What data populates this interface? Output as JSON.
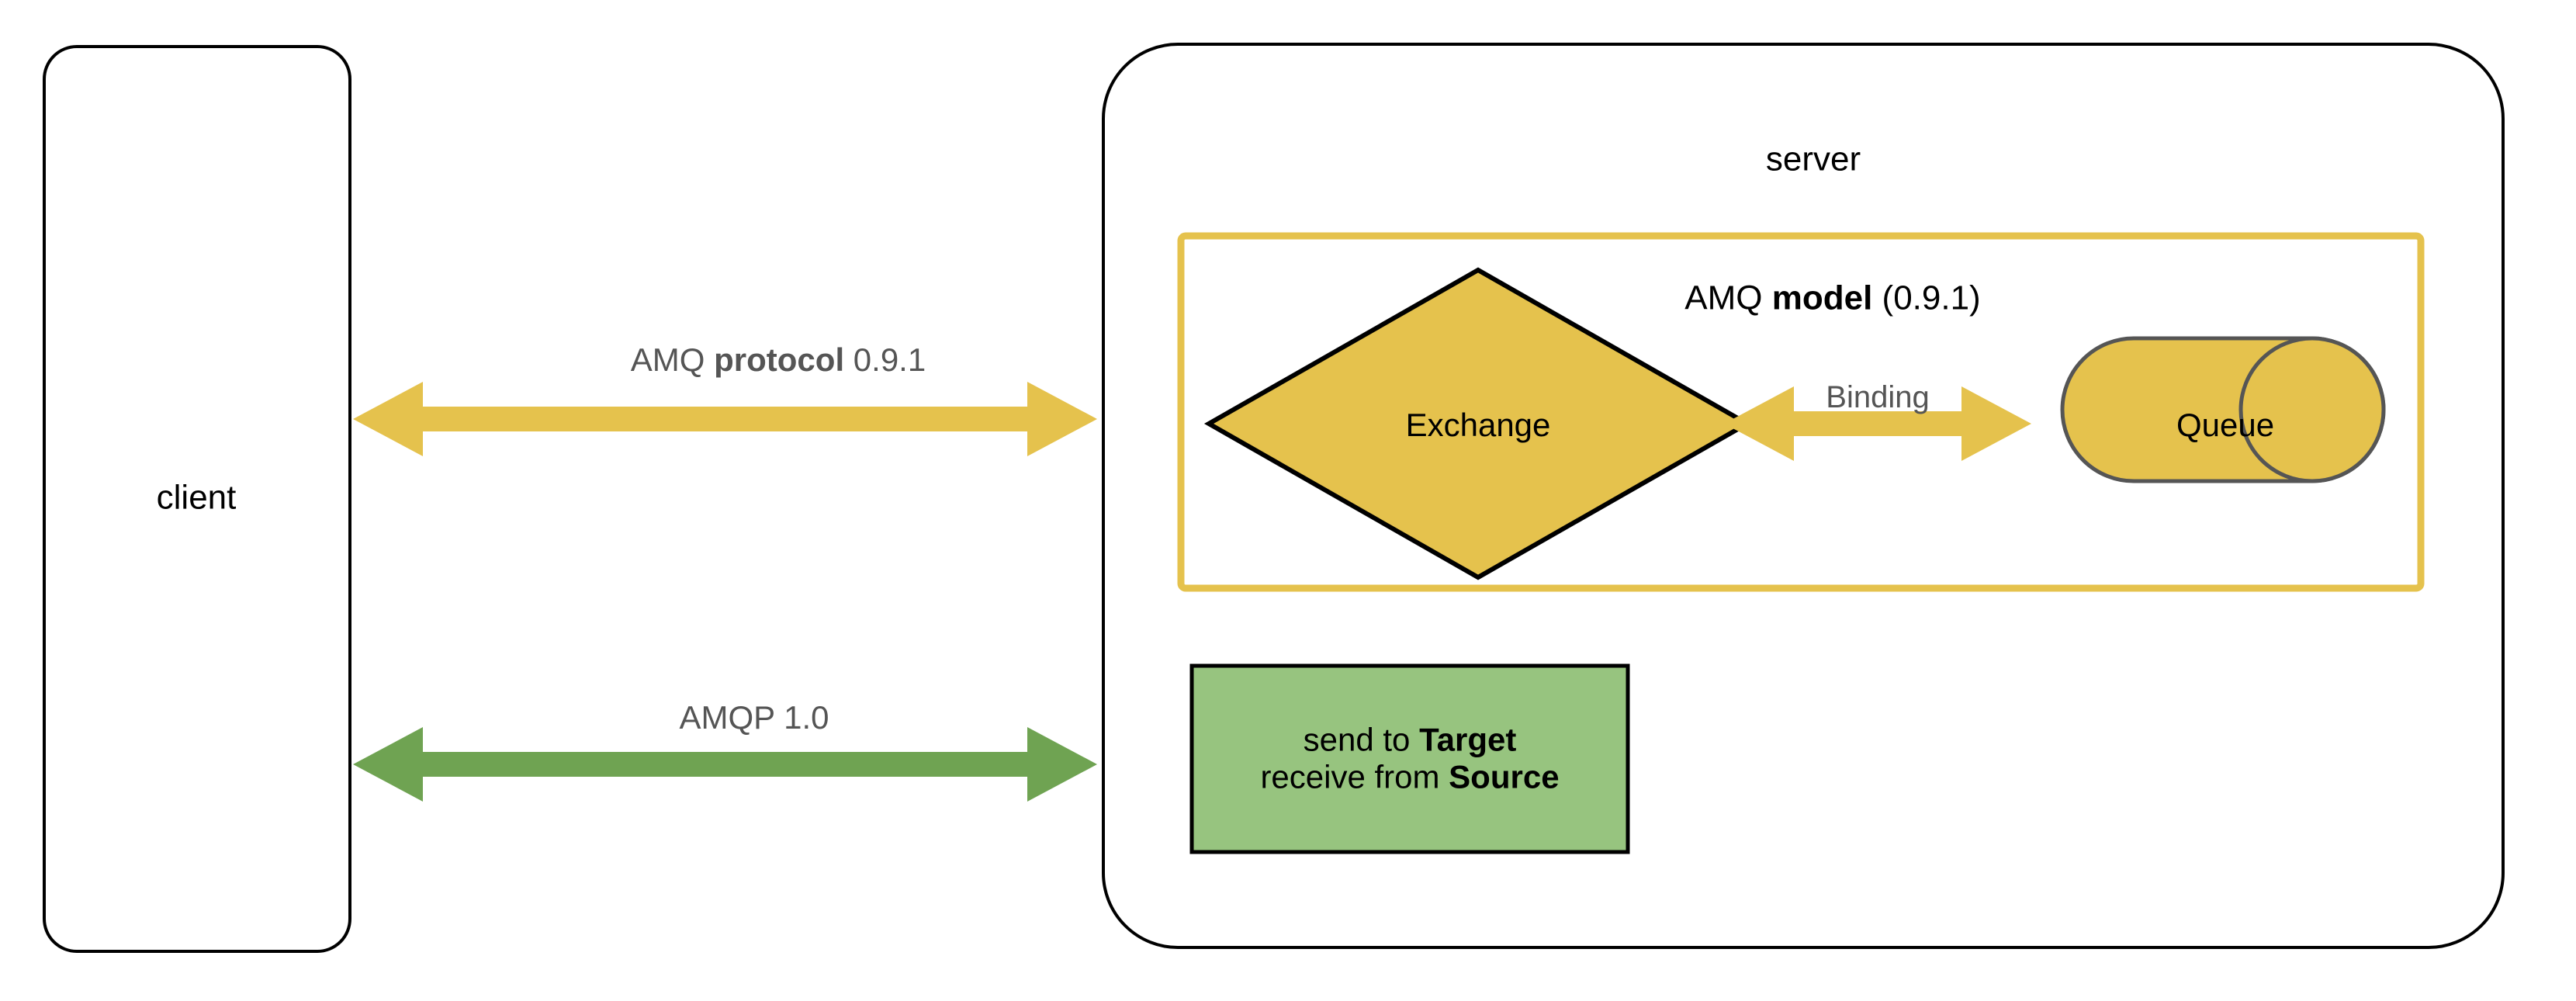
{
  "diagram": {
    "title_hidden": "AMQP protocol and AMQ model overview",
    "colors": {
      "gold_fill": "#E5C24D",
      "gold_stroke": "#E5C24D",
      "green_fill": "#97C47F",
      "green_arrow": "#6FA352",
      "black_stroke": "#000000",
      "gray_stroke": "#555555",
      "gray_text": "#555555",
      "background": "#FFFFFF"
    },
    "client_box": {
      "label": "client"
    },
    "server_box": {
      "label": "server"
    },
    "model_box": {
      "label_prefix": "AMQ ",
      "label_bold": "model",
      "label_suffix": " (0.9.1)"
    },
    "exchange": {
      "label": "Exchange",
      "shape": "diamond"
    },
    "queue": {
      "label": "Queue",
      "shape": "cylinder"
    },
    "binding": {
      "label": "Binding",
      "shape": "double-arrow"
    },
    "amq_protocol_arrow": {
      "label_prefix": "AMQ ",
      "label_bold": "protocol",
      "label_suffix": " 0.9.1",
      "shape": "double-arrow"
    },
    "amqp_arrow": {
      "label": "AMQP 1.0",
      "shape": "double-arrow"
    },
    "amqp_terminus_box": {
      "line1_prefix": "send to ",
      "line1_bold": "Target",
      "line2_prefix": "receive from ",
      "line2_bold": "Source"
    }
  }
}
